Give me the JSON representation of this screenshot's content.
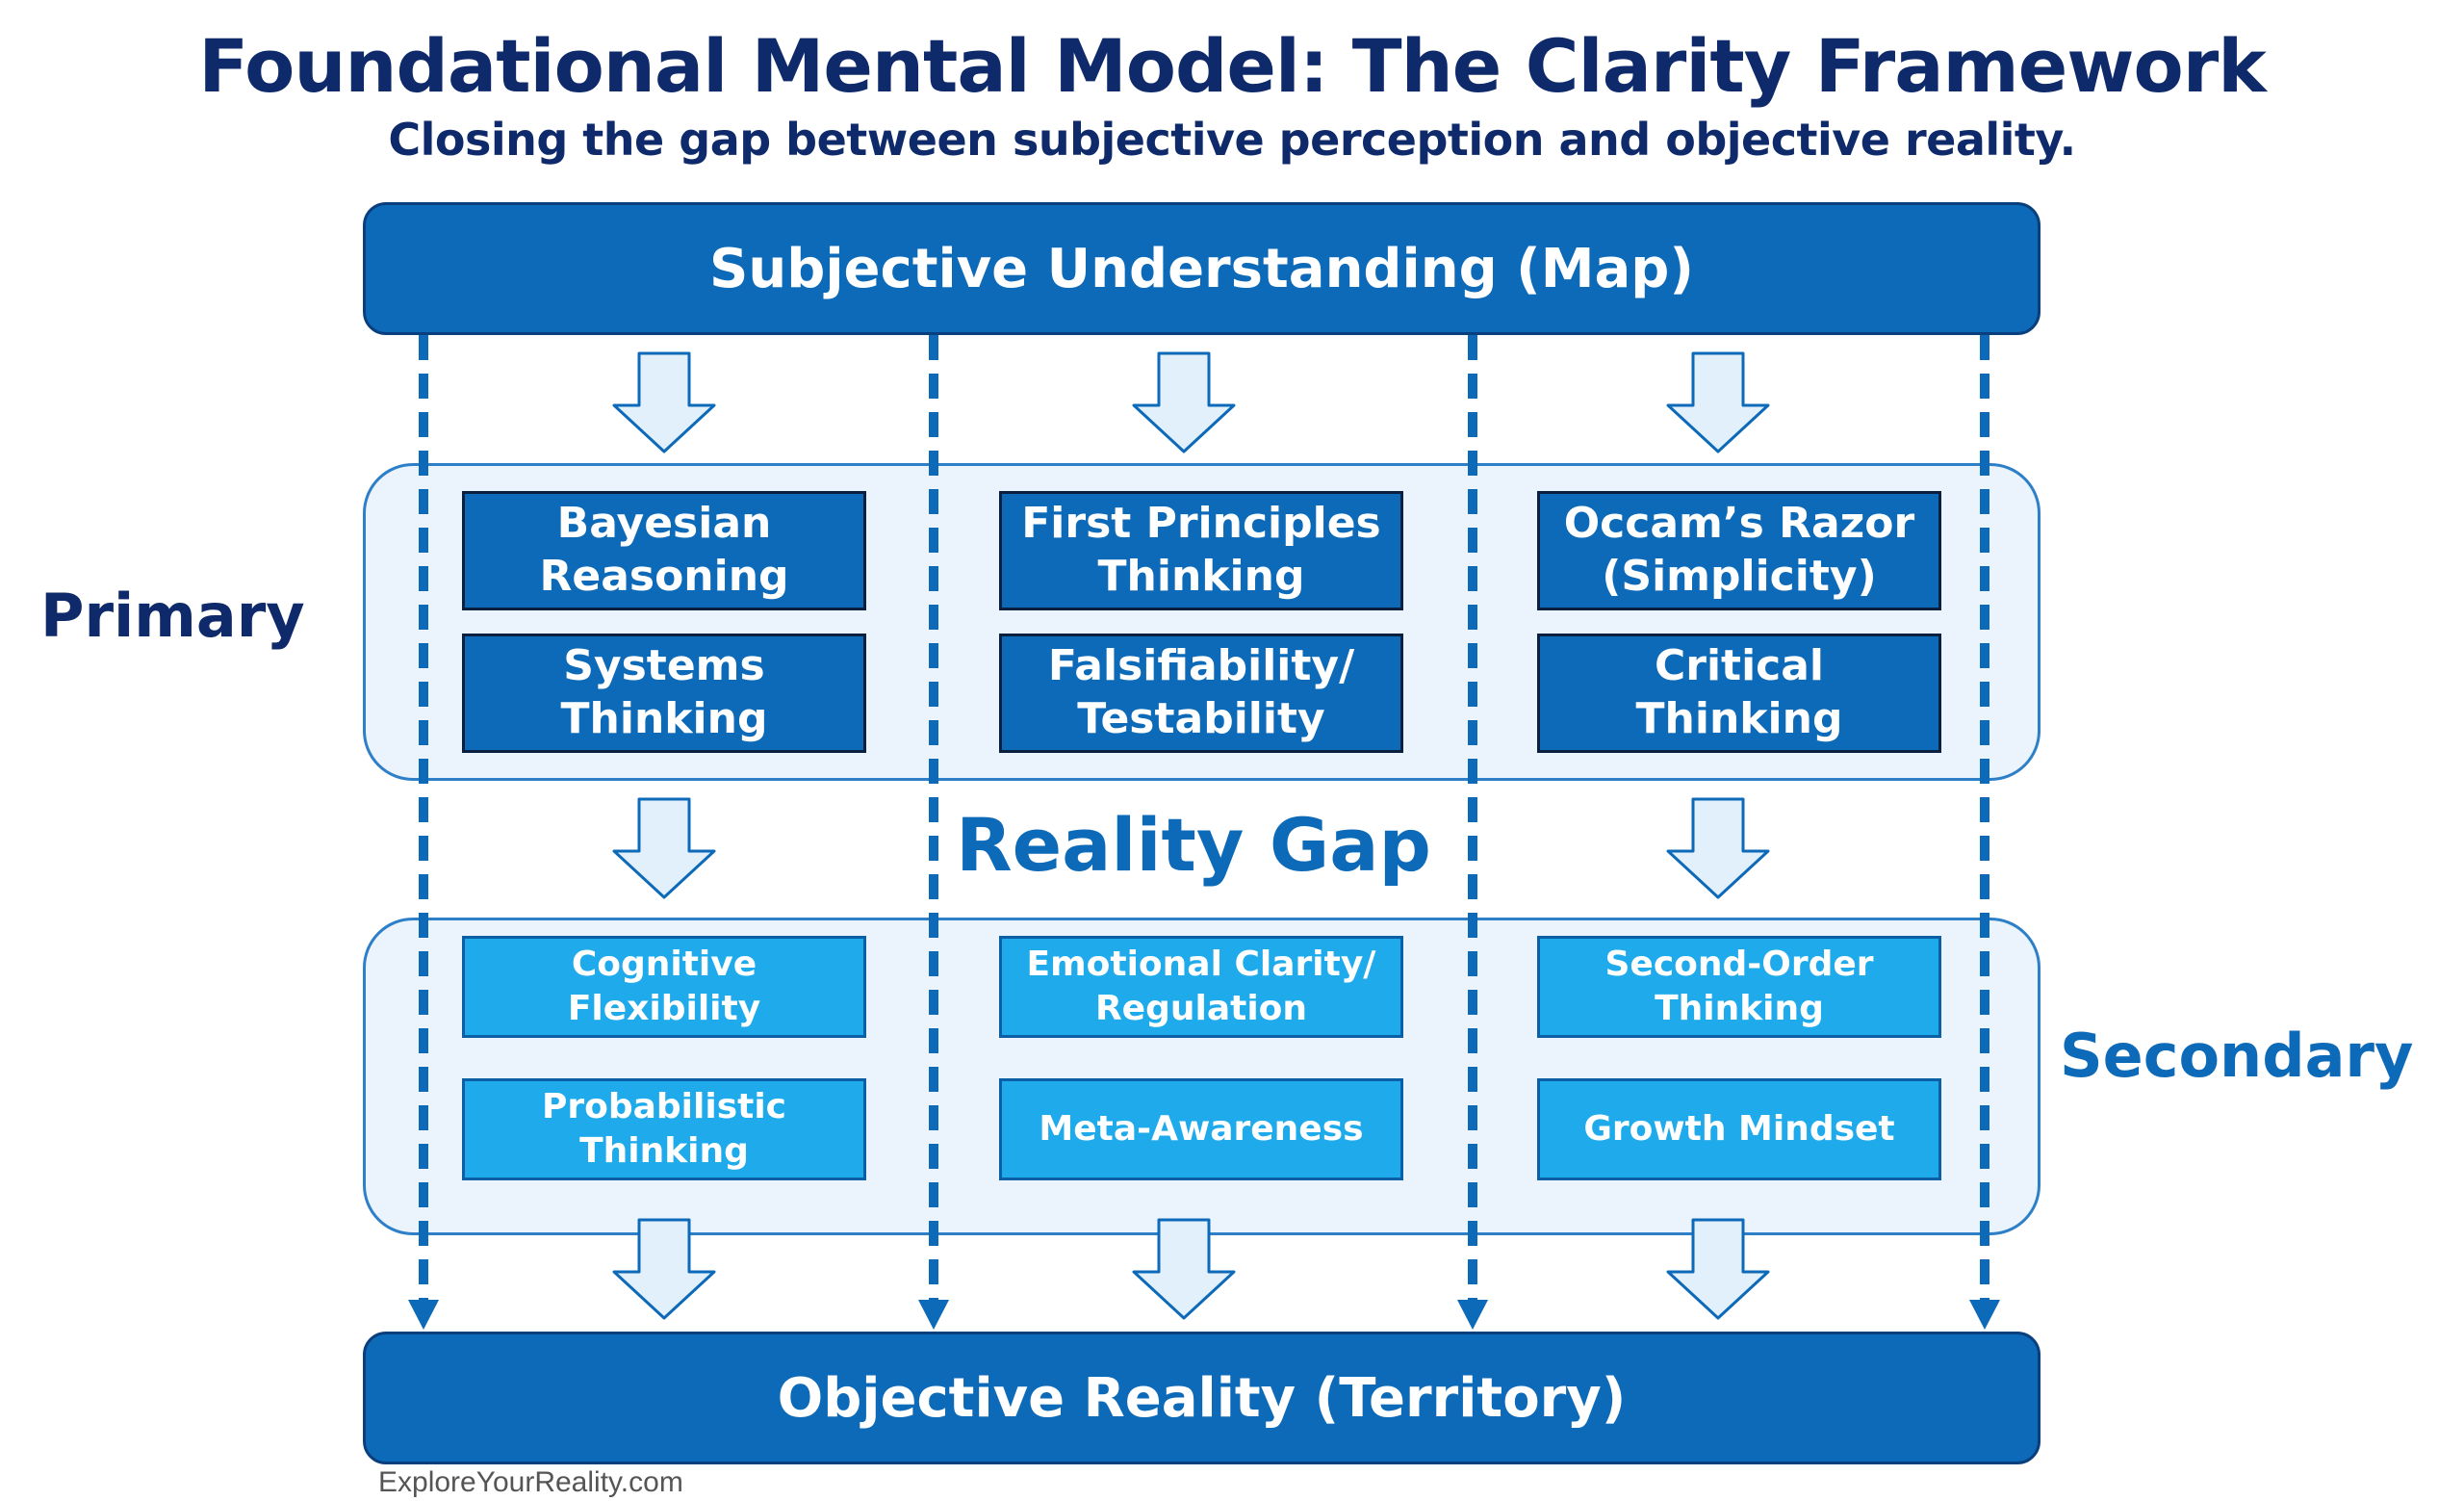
{
  "title": "Foundational Mental Model: The Clarity Framework",
  "subtitle": "Closing the gap between subjective perception and objective reality.",
  "top_bar": {
    "label": "Subjective Understanding (Map)"
  },
  "bottom_bar": {
    "label": "Objective Reality (Territory)"
  },
  "primary": {
    "label": "Primary",
    "items": [
      "Bayesian\nReasoning",
      "First Principles\nThinking",
      "Occam’s Razor\n(Simplicity)",
      "Systems\nThinking",
      "Falsifiability/\nTestability",
      "Critical\nThinking"
    ]
  },
  "secondary": {
    "label": "Secondary",
    "items": [
      "Cognitive\nFlexibility",
      "Emotional Clarity/\nRegulation",
      "Second-Order\nThinking",
      "Probabilistic\nThinking",
      "Meta-Awareness",
      "Growth Mindset"
    ]
  },
  "gap_label": "Reality Gap",
  "credit": "ExploreYourReality.com",
  "colors": {
    "navy": "#0f2a6b",
    "primary_blue": "#0d6ab8",
    "secondary_blue": "#1eaaeb",
    "band_fill": "#e6f1fb",
    "arrow_fill": "#e2f0fb"
  },
  "icons": [
    "down-arrow-icon",
    "dashed-arrow-icon"
  ]
}
